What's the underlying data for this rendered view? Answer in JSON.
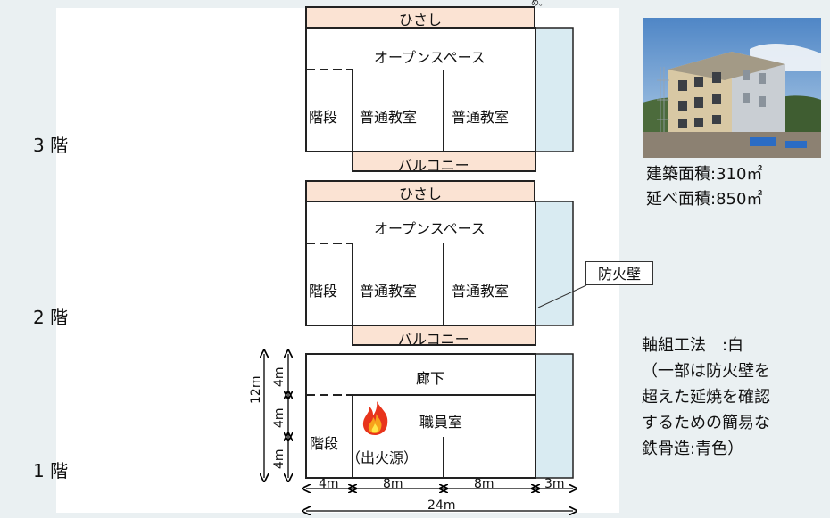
{
  "floors": {
    "f3": "3 階",
    "f2": "2 階",
    "f1": "1 階"
  },
  "building": {
    "eave": "ひさし",
    "open_space": "オープンスペース",
    "stairs": "階段",
    "classroom": "普通教室",
    "balcony": "バルコニー",
    "corridor": "廊下",
    "staff_room": "職員室",
    "fire_origin": "（出火源）"
  },
  "firewall_callout": "防火壁",
  "areas": {
    "building_area": "建築面積:310㎡",
    "total_floor_area": "延べ面積:850㎡"
  },
  "construction_note": {
    "line1": "軸組工法　:白",
    "line2": "（一部は防火壁を",
    "line3": "超えた延焼を確認",
    "line4": "するための簡易な",
    "line5": "鉄骨造:青色）"
  },
  "dimensions": {
    "w1": "4m",
    "w2": "8m",
    "w3": "8m",
    "w4": "3m",
    "total_width": "24m",
    "h1": "4m",
    "h2": "4m",
    "h3": "4m",
    "total_height": "12m"
  },
  "top_fragment": "め。",
  "colors": {
    "eave_fill": "#fbe3d3",
    "steel_fill": "#d9ebf2",
    "background": "#eaf0f2"
  },
  "photo_icons": [
    "three-story-wooden-school-building-photo"
  ]
}
